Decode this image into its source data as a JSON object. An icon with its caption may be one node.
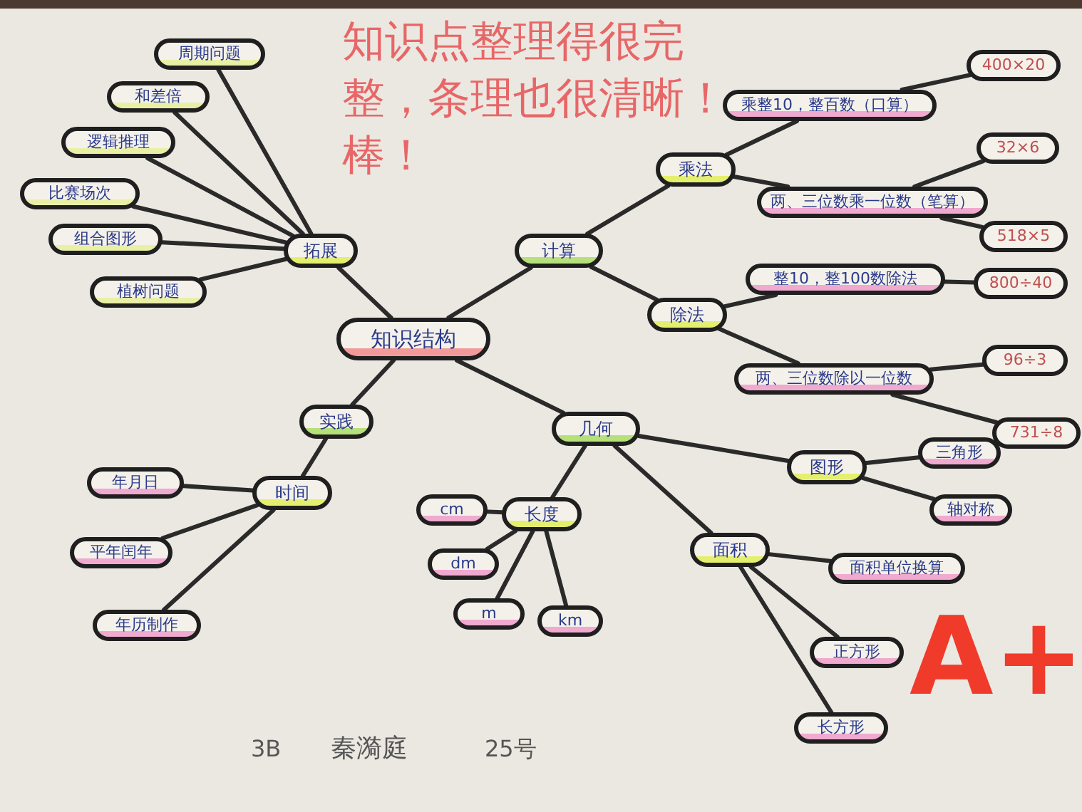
{
  "diagram": {
    "nodes": [
      {
        "text": [
          "知识结构"
        ]
      },
      {
        "text": [
          "拓展"
        ]
      },
      {
        "text": [
          "周期问题"
        ]
      },
      {
        "text": [
          "和差倍"
        ]
      },
      {
        "text": [
          "逻辑推理"
        ]
      },
      {
        "text": [
          "比赛场次"
        ]
      },
      {
        "text": [
          "组合图形"
        ]
      },
      {
        "text": [
          "植树问题"
        ]
      },
      {
        "text": [
          "计算"
        ]
      },
      {
        "text": [
          "乘法"
        ]
      },
      {
        "text": [
          "乘整10，整百数（口算）"
        ]
      },
      {
        "text": [
          "400×20"
        ]
      },
      {
        "text": [
          "两、三位数乘一位数（笔算）"
        ]
      },
      {
        "text": [
          "32×6"
        ]
      },
      {
        "text": [
          "518×5"
        ]
      },
      {
        "text": [
          "除法"
        ]
      },
      {
        "text": [
          "整10，整100数除法"
        ]
      },
      {
        "text": [
          "800÷40"
        ]
      },
      {
        "text": [
          "两、三位数除以一位数"
        ]
      },
      {
        "text": [
          "96÷3"
        ]
      },
      {
        "text": [
          "731÷8"
        ]
      },
      {
        "text": [
          "几何"
        ]
      },
      {
        "text": [
          "图形"
        ]
      },
      {
        "text": [
          "三角形"
        ]
      },
      {
        "text": [
          "轴对称"
        ]
      },
      {
        "text": [
          "长度"
        ]
      },
      {
        "text": [
          "cm"
        ]
      },
      {
        "text": [
          "dm"
        ]
      },
      {
        "text": [
          "m"
        ]
      },
      {
        "text": [
          "km"
        ]
      },
      {
        "text": [
          "面积"
        ]
      },
      {
        "text": [
          "面积单位换算"
        ]
      },
      {
        "text": [
          "正方形"
        ]
      },
      {
        "text": [
          "长方形"
        ]
      },
      {
        "text": [
          "实践"
        ]
      },
      {
        "text": [
          "时间"
        ]
      },
      {
        "text": [
          "年月日"
        ]
      },
      {
        "text": [
          "平年闰年"
        ]
      },
      {
        "text": [
          "年历制作"
        ]
      }
    ],
    "edges": [
      {
        "from": 0,
        "to": 1,
        "arrow": "none"
      },
      {
        "from": 1,
        "to": 2,
        "arrow": "none"
      },
      {
        "from": 1,
        "to": 3,
        "arrow": "none"
      },
      {
        "from": 1,
        "to": 4,
        "arrow": "none"
      },
      {
        "from": 1,
        "to": 5,
        "arrow": "none"
      },
      {
        "from": 1,
        "to": 6,
        "arrow": "none"
      },
      {
        "from": 1,
        "to": 7,
        "arrow": "none"
      },
      {
        "from": 0,
        "to": 8,
        "arrow": "none"
      },
      {
        "from": 8,
        "to": 9,
        "arrow": "none"
      },
      {
        "from": 9,
        "to": 10,
        "arrow": "none"
      },
      {
        "from": 10,
        "to": 11,
        "arrow": "none"
      },
      {
        "from": 9,
        "to": 12,
        "arrow": "none"
      },
      {
        "from": 12,
        "to": 13,
        "arrow": "none"
      },
      {
        "from": 12,
        "to": 14,
        "arrow": "none"
      },
      {
        "from": 8,
        "to": 15,
        "arrow": "none"
      },
      {
        "from": 15,
        "to": 16,
        "arrow": "none"
      },
      {
        "from": 16,
        "to": 17,
        "arrow": "none"
      },
      {
        "from": 15,
        "to": 18,
        "arrow": "none"
      },
      {
        "from": 18,
        "to": 19,
        "arrow": "none"
      },
      {
        "from": 18,
        "to": 20,
        "arrow": "none"
      },
      {
        "from": 0,
        "to": 21,
        "arrow": "none"
      },
      {
        "from": 21,
        "to": 22,
        "arrow": "none"
      },
      {
        "from": 22,
        "to": 23,
        "arrow": "none"
      },
      {
        "from": 22,
        "to": 24,
        "arrow": "none"
      },
      {
        "from": 21,
        "to": 25,
        "arrow": "none"
      },
      {
        "from": 25,
        "to": 26,
        "arrow": "none"
      },
      {
        "from": 25,
        "to": 27,
        "arrow": "none"
      },
      {
        "from": 25,
        "to": 28,
        "arrow": "none"
      },
      {
        "from": 25,
        "to": 29,
        "arrow": "none"
      },
      {
        "from": 21,
        "to": 30,
        "arrow": "none"
      },
      {
        "from": 30,
        "to": 31,
        "arrow": "none"
      },
      {
        "from": 30,
        "to": 32,
        "arrow": "none"
      },
      {
        "from": 30,
        "to": 33,
        "arrow": "none"
      },
      {
        "from": 0,
        "to": 34,
        "arrow": "none"
      },
      {
        "from": 34,
        "to": 35,
        "arrow": "none"
      },
      {
        "from": 35,
        "to": 36,
        "arrow": "none"
      },
      {
        "from": 35,
        "to": 37,
        "arrow": "none"
      },
      {
        "from": 35,
        "to": 38,
        "arrow": "none"
      }
    ],
    "labels": [
      "知识点整理得很完整，条理也很清晰！棒！",
      "3B",
      "秦漪庭",
      "25号",
      "A+"
    ]
  }
}
